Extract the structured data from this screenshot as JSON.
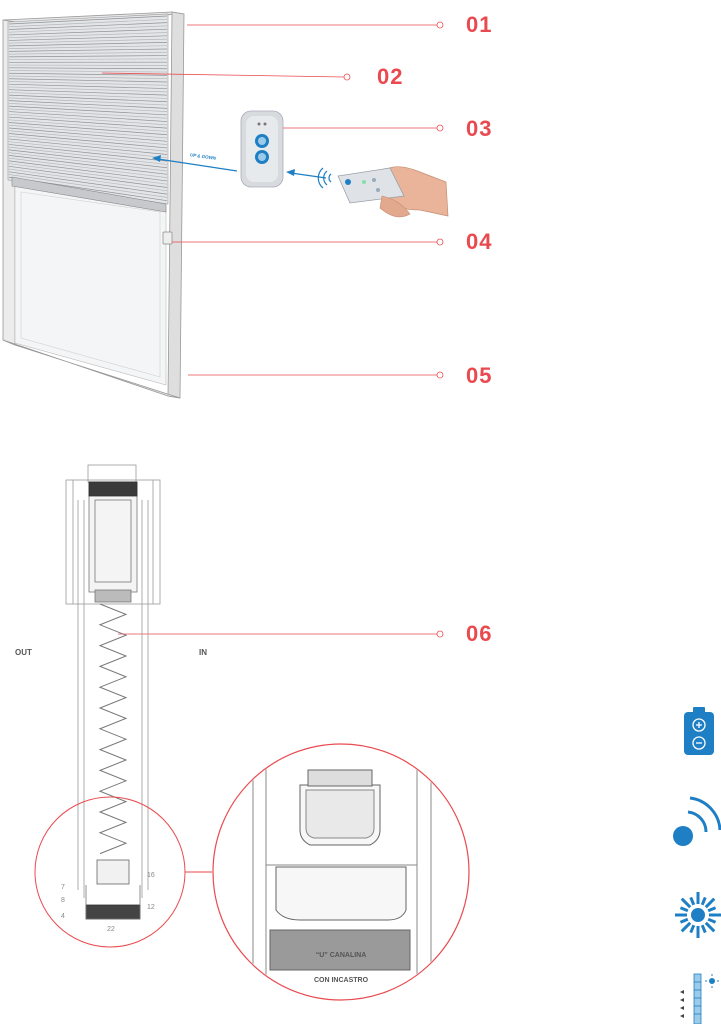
{
  "callouts": [
    "01",
    "02",
    "03",
    "04",
    "05",
    "06"
  ],
  "arrow_label": "UP & DOWN",
  "side_labels": {
    "out": "OUT",
    "in": "IN"
  },
  "dimensions": {
    "top": "16",
    "a": "7",
    "b": "8",
    "c": "4",
    "right": "12",
    "bottom": "22"
  },
  "detail_caption": {
    "line1": "“U” CANALINA",
    "line2": "CON INCASTRO"
  },
  "colors": {
    "accent": "#e94a4f",
    "blue": "#1f7fc4",
    "line": "#c9c9c9"
  },
  "icons": [
    "battery-icon",
    "wireless-signal-icon",
    "sun-icon",
    "blind-sun-icon"
  ]
}
